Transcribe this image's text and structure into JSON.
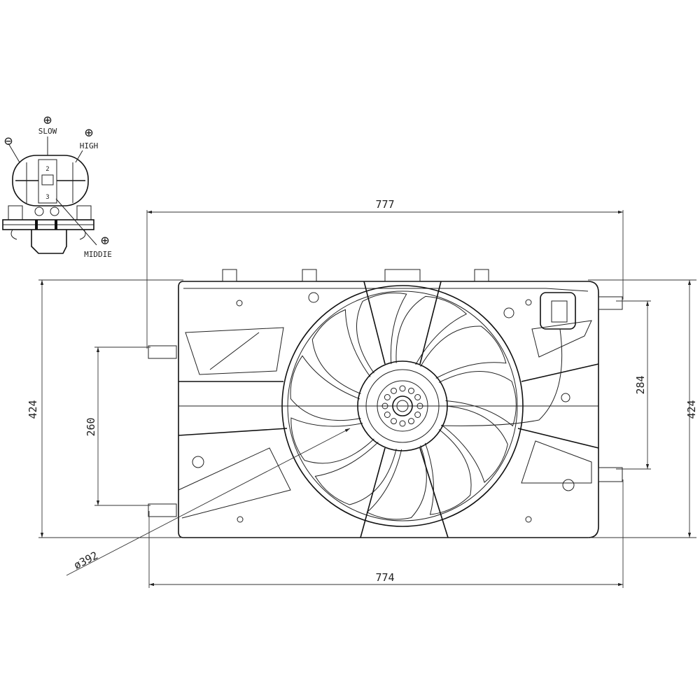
{
  "dimensions": {
    "top_width": "777",
    "bottom_width": "774",
    "left_height": "424",
    "right_height": "424",
    "left_mount_spacing": "260",
    "right_mount_spacing": "284",
    "fan_diameter": "ø392"
  },
  "connector": {
    "pins": [
      {
        "symbol": "⊖",
        "label": ""
      },
      {
        "symbol": "⊕",
        "label": "SLOW"
      },
      {
        "symbol": "⊕",
        "label": "HIGH"
      },
      {
        "symbol": "⊕",
        "label": "MIDDIE"
      }
    ],
    "pin_numbers": [
      "2",
      "3"
    ]
  },
  "colors": {
    "line": "#111111",
    "background": "#ffffff"
  }
}
